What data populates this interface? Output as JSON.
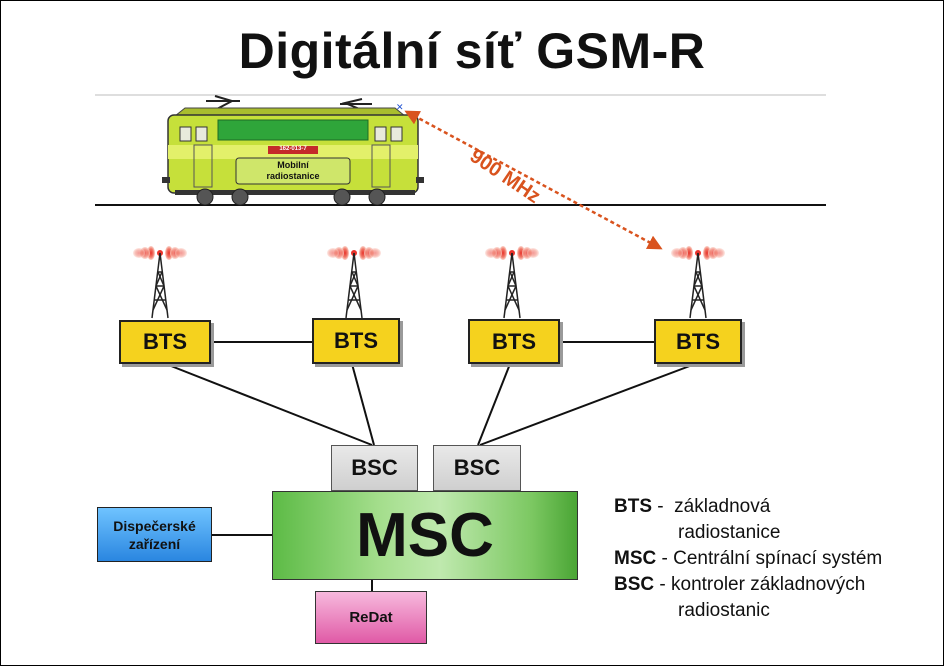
{
  "title": "Digitální síť GSM-R",
  "train": {
    "radio_label_line1": "Mobilní",
    "radio_label_line2": "radiostanice",
    "number": "162-013-7"
  },
  "frequency_label": "900 MHz",
  "nodes": {
    "bts": [
      "BTS",
      "BTS",
      "BTS",
      "BTS"
    ],
    "bsc": [
      "BSC",
      "BSC"
    ],
    "msc": "MSC",
    "dispatch_line1": "Dispečerské",
    "dispatch_line2": "zařízení",
    "redat": "ReDat"
  },
  "legend": [
    {
      "abbr": "BTS",
      "sep": " -  ",
      "text": "základnová",
      "cont": "radiostanice"
    },
    {
      "abbr": "MSC",
      "sep": " - ",
      "text": "Centrální spínací systém"
    },
    {
      "abbr": "BSC",
      "sep": " - ",
      "text": "kontroler základnových",
      "cont": "radiostanic"
    }
  ],
  "colors": {
    "bts_fill": "#f5d21e",
    "msc_fill": "#7cc862",
    "bsc_fill": "#d9d9d9",
    "dispatch_fill": "#2a86e0",
    "redat_fill": "#e05aa6",
    "frequency_arrow": "#d9531e",
    "locomotive_body": "#c6e03a"
  }
}
